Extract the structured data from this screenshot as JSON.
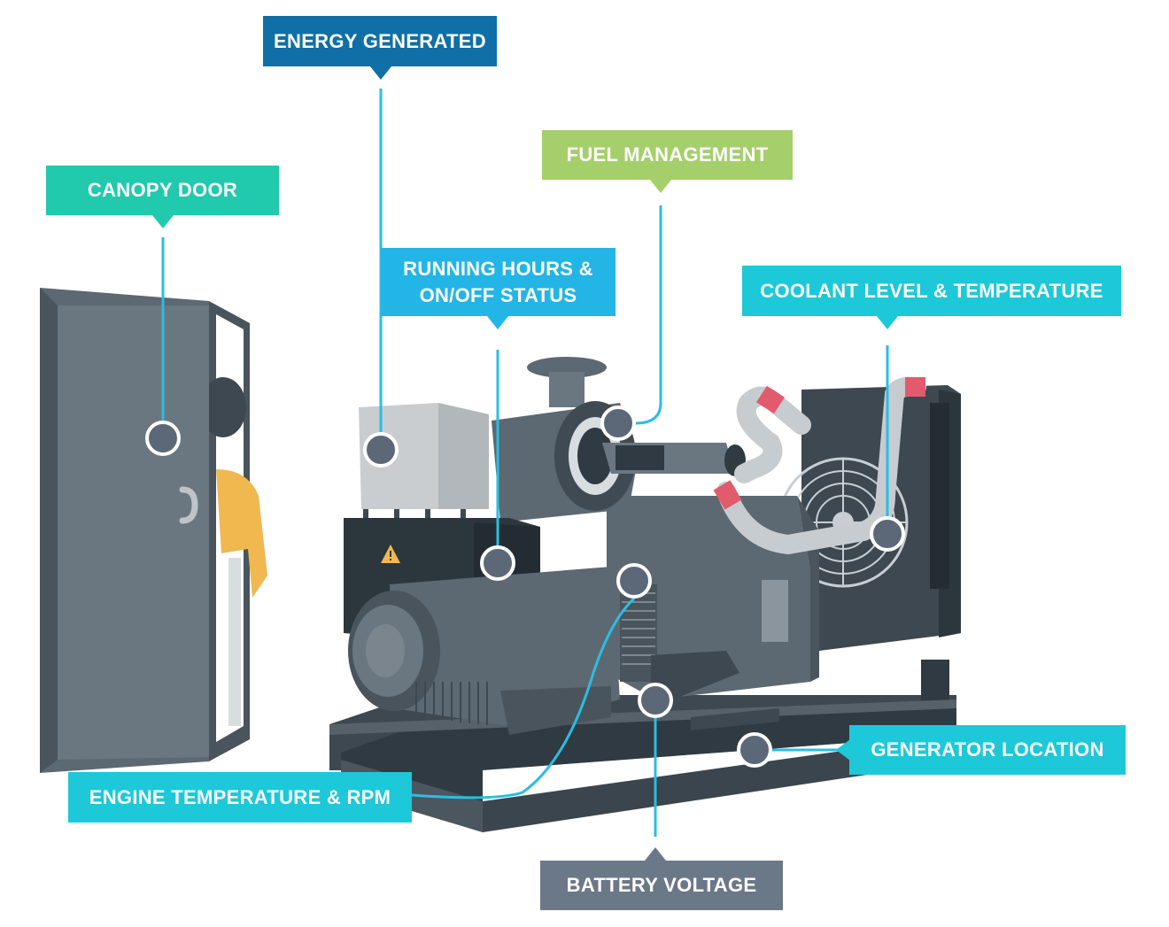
{
  "title": "",
  "colors": {
    "dark_blue": "#0f6fa6",
    "teal": "#21c9ad",
    "green": "#a4cf6a",
    "sky": "#22b5e5",
    "cyan": "#1dc8d8",
    "slate": "#6b7888",
    "line": "#2bbde3",
    "body": "#5c6872",
    "body_dark": "#3d4850",
    "shirt": "#f0b84e"
  },
  "callouts": {
    "energy_generated": "ENERGY GENERATED",
    "fuel_management": "FUEL MANAGEMENT",
    "canopy_door": "CANOPY DOOR",
    "running_hours_line1": "RUNNING HOURS &",
    "running_hours_line2": "ON/OFF STATUS",
    "coolant": "COOLANT LEVEL & TEMPERATURE",
    "generator_location": "GENERATOR LOCATION",
    "engine_temperature": "ENGINE TEMPERATURE & RPM",
    "battery_voltage": "BATTERY VOLTAGE"
  },
  "icons": [
    "warning-icon"
  ]
}
